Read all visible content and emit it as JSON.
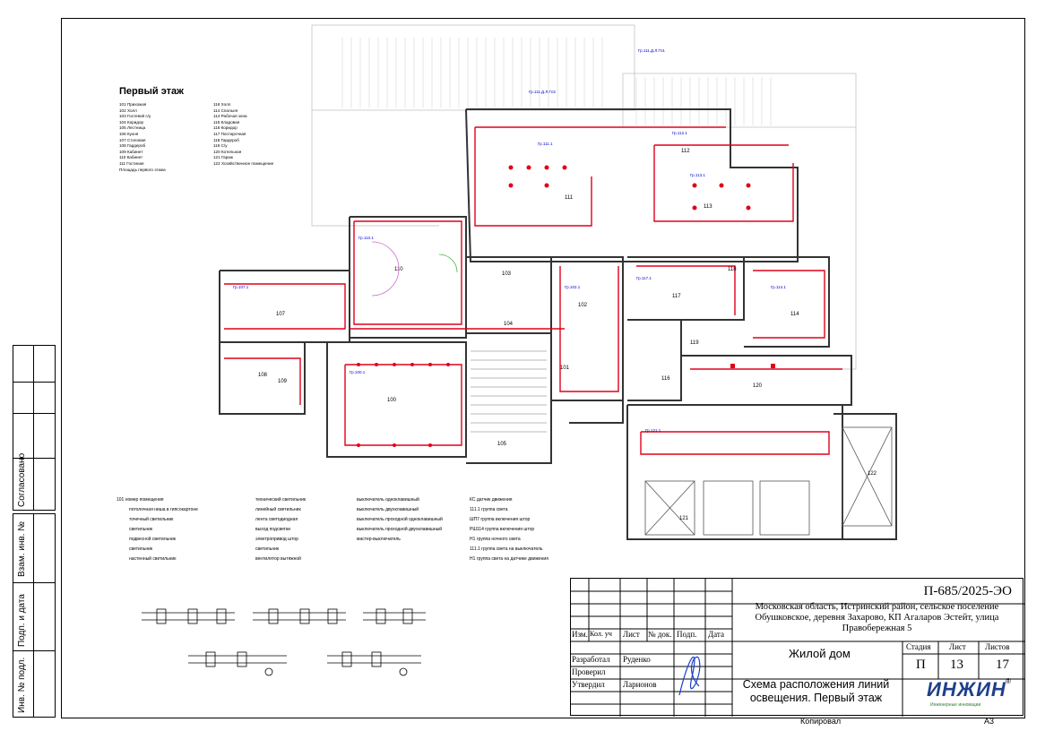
{
  "floor_title": "Первый этаж",
  "rooms_table": [
    [
      "101",
      "Прихожая",
      "116",
      "Холл"
    ],
    [
      "102",
      "Холл",
      "114",
      "Спальня"
    ],
    [
      "103",
      "Гостевой с/у",
      "114",
      "Рабочая зона"
    ],
    [
      "104",
      "Коридор",
      "115",
      "Кладовая"
    ],
    [
      "105",
      "Лестница",
      "116",
      "Коридор"
    ],
    [
      "106",
      "Кухня",
      "117",
      "Постирочная"
    ],
    [
      "107",
      "Столовая",
      "118",
      "Гардероб"
    ],
    [
      "108",
      "Гардероб",
      "119",
      "С/у"
    ],
    [
      "109",
      "Кабинет",
      "120",
      "Котельная"
    ],
    [
      "110",
      "Кабинет",
      "121",
      "Гараж"
    ],
    [
      "111",
      "Гостиная",
      "122",
      "Хозяйственное помещение"
    ],
    [
      "",
      "Площадь первого этажа",
      "",
      ""
    ]
  ],
  "legend_left": [
    "101 номер помещения",
    "потолочная ниша в гипсокартоне",
    "точечный светильник",
    "светильник",
    "подвесной светильник",
    "светильник",
    "настенный светильник"
  ],
  "legend_mid": [
    "технический светильник",
    "линейный светильник",
    "лента светодиодная",
    "выход подсветки",
    "электропривод штор",
    "светильник",
    "вентилятор вытяжной"
  ],
  "legend_right": [
    "выключатель одноклавишный",
    "выключатель двухклавишный",
    "выключатель проходной одноклавишный",
    "выключатель проходной двухклавишный",
    "мастер-выключатель"
  ],
  "legend_far": [
    "КС датчик движения",
    "111.1 группа света",
    "ШП7 группа включения штор",
    "РШ114 группа включения штор",
    "Н1 группа ночного света",
    "111.1 группа света на выключатель",
    "Н1 группа света на датчике движения"
  ],
  "stamp": {
    "code": "П-685/2025-ЭО",
    "address": "Московская область, Истринский район, сельское поселение Обушковское, деревня Захарово, КП Агаларов Эстейт, улица Правобережная 5",
    "object": "Жилой дом",
    "sheet_name": "Схема расположения линий освещения. Первый этаж",
    "stage_label": "Стадия",
    "stage": "П",
    "sheet_label": "Лист",
    "sheet": "13",
    "sheets_label": "Листов",
    "sheets": "17",
    "col_headers": [
      "Изм.",
      "Кол. уч",
      "Лист",
      "№ док.",
      "Подп.",
      "Дата"
    ],
    "roles": [
      "Разработал",
      "Проверил",
      "Утвердил"
    ],
    "names": [
      "Руденко",
      "",
      "Ларионов"
    ],
    "logo_name": "ИНЖИН",
    "logo_sub": "Инженерные инновации",
    "copied": "Копировал",
    "format": "А3"
  },
  "margin_labels": [
    "Согласовано",
    "Взам. инв. №",
    "Подп. и дата",
    "Инв. № подл."
  ],
  "colors": {
    "line": "#e0001a",
    "label": "#0000cc",
    "wall": "#444444",
    "accent": "#1f3f8c"
  }
}
